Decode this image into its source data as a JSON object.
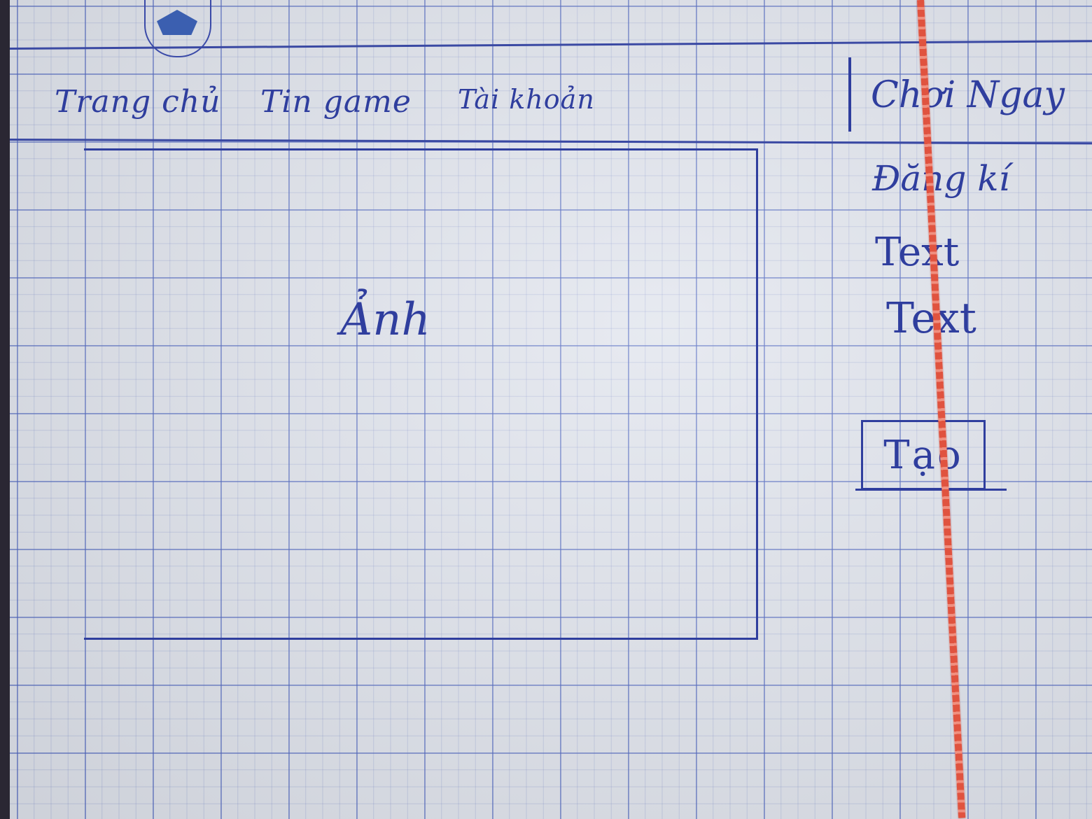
{
  "header": {
    "nav_items": [
      {
        "label": "Trang chủ"
      },
      {
        "label": "Tin game"
      },
      {
        "label": "Tài khoản"
      }
    ]
  },
  "sidebar": {
    "play_now": "Chơi Ngay",
    "register": "Đăng kí",
    "text_1": "Text",
    "text_2": "Text",
    "create_button": "Tạo"
  },
  "main": {
    "image_placeholder": "Ảnh"
  },
  "colors": {
    "ink": "#2f3e9e",
    "grid": "#465fbe",
    "margin_line": "#e0533f",
    "paper": "#dfe3ec"
  },
  "icons": {
    "logo": "house-logo-icon"
  }
}
